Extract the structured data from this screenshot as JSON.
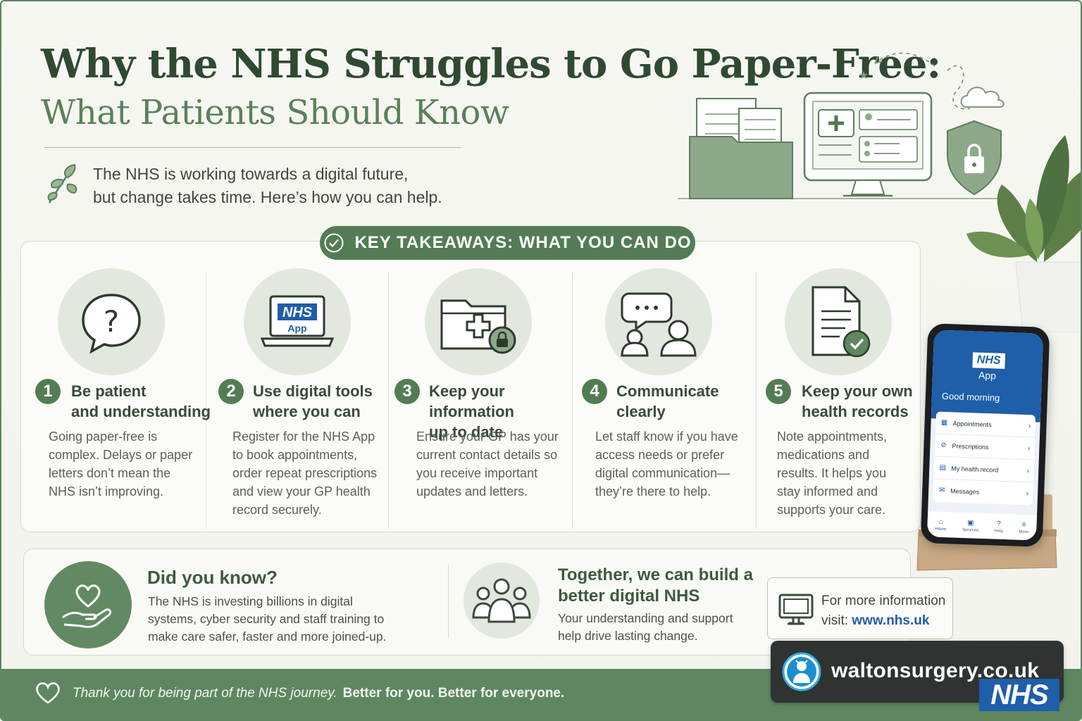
{
  "header": {
    "title": "Why the NHS Struggles to Go Paper-Free:",
    "subtitle": "What Patients Should Know",
    "intro_line1": "The NHS is working towards a digital future,",
    "intro_line2": "but change takes time. Here’s how you can help."
  },
  "takeaways": {
    "heading": "KEY TAKEAWAYS: WHAT YOU CAN DO",
    "items": [
      {
        "number": "1",
        "title_line1": "Be patient",
        "title_line2": "and understanding",
        "body": "Going paper-free is complex. Delays or paper letters don’t mean the NHS isn’t improving.",
        "icon": "question-icon"
      },
      {
        "number": "2",
        "title_line1": "Use digital tools",
        "title_line2": "where you can",
        "body": "Register for the NHS App to book appointments, order repeat prescriptions and view your GP health record securely.",
        "icon": "laptop-nhs-app-icon",
        "laptop_logo": "NHS",
        "laptop_app": "App"
      },
      {
        "number": "3",
        "title_line1": "Keep your information",
        "title_line2": "up to date",
        "body": "Ensure your GP has your current contact details so you receive important updates and letters.",
        "icon": "secure-folder-icon"
      },
      {
        "number": "4",
        "title_line1": "Communicate",
        "title_line2": "clearly",
        "body": "Let staff know if you have access needs or prefer digital communication—they’re there to help.",
        "icon": "conversation-icon"
      },
      {
        "number": "5",
        "title_line1": "Keep your own",
        "title_line2": "health records",
        "body": "Note appointments, medications and results. It helps you stay informed and supports your care.",
        "icon": "document-check-icon"
      }
    ]
  },
  "did_you_know": {
    "title": "Did you know?",
    "body": "The NHS is investing billions in digital systems, cyber security and staff training to make care safer, faster and more joined-up."
  },
  "together": {
    "title": "Together, we can build a better digital NHS",
    "body": "Your understanding and support help drive lasting change."
  },
  "info": {
    "line1": "For more information",
    "visit": "visit:",
    "link": "www.nhs.uk"
  },
  "footer": {
    "text_italic": "Thank you for being part of the NHS journey.",
    "text_bold": "Better for you. Better for everyone."
  },
  "badge": {
    "site": "waltonsurgery.co.uk",
    "nhs": "NHS"
  },
  "phone": {
    "logo": "NHS",
    "app": "App",
    "greeting": "Good morning",
    "menu": [
      {
        "label": "Appointments",
        "icon": "calendar-icon"
      },
      {
        "label": "Prescriptions",
        "icon": "pill-icon"
      },
      {
        "label": "My health record",
        "icon": "record-icon"
      },
      {
        "label": "Messages",
        "icon": "envelope-icon"
      }
    ],
    "tabs": [
      {
        "label": "Home",
        "icon": "home-icon"
      },
      {
        "label": "Services",
        "icon": "services-icon"
      },
      {
        "label": "Help",
        "icon": "help-icon"
      },
      {
        "label": "More",
        "icon": "menu-icon"
      }
    ]
  },
  "colors": {
    "accent": "#537c55",
    "nhs_blue": "#1f5ea8",
    "title": "#2f4a31"
  }
}
